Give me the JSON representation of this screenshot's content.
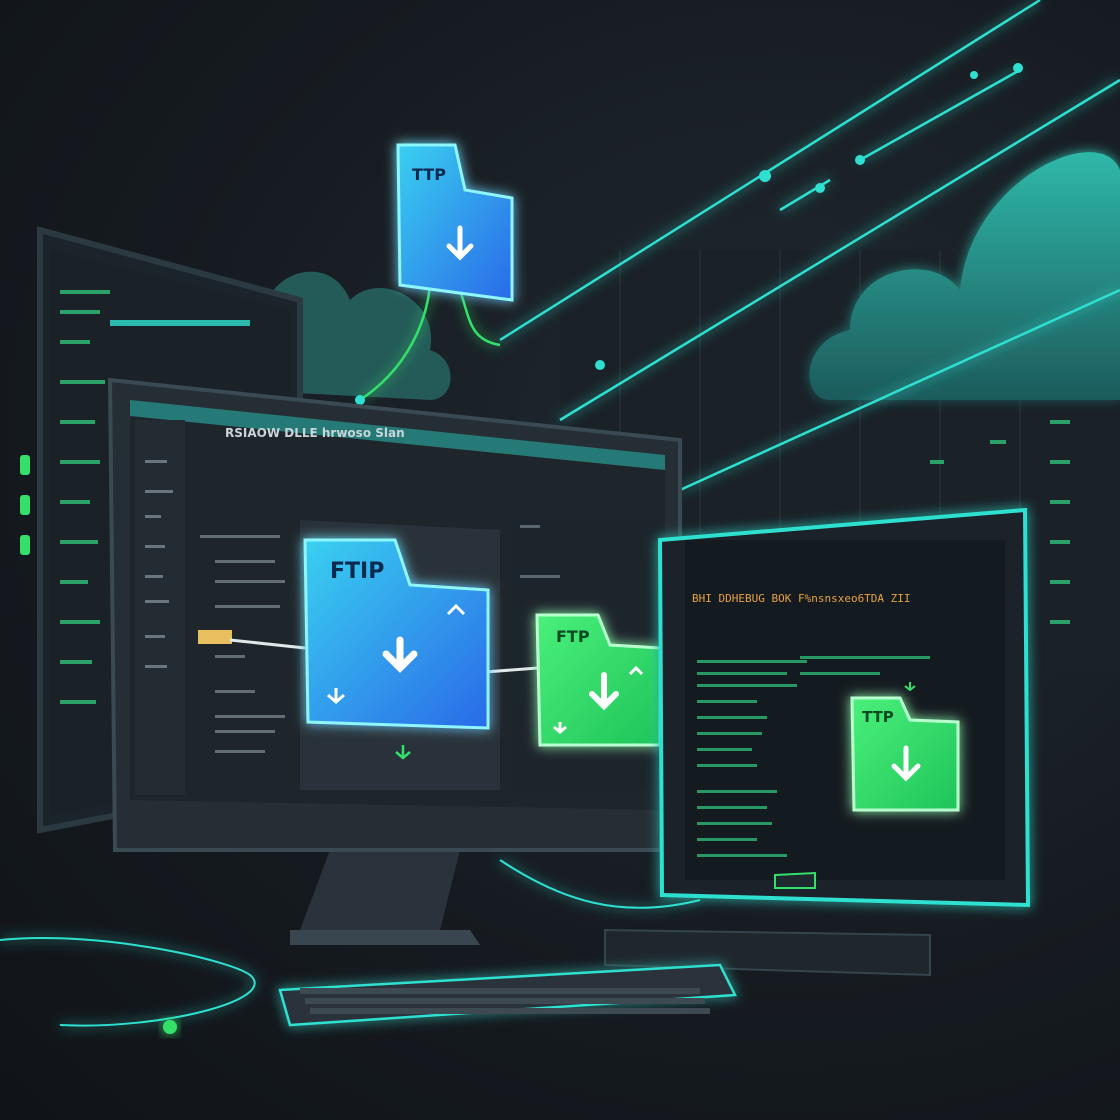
{
  "scene": {
    "folder_top_label": "TTP",
    "folder_main_label": "FTIP",
    "folder_green_label": "FTP",
    "folder_right_label": "TTP",
    "main_window_title": "RSIAOW DLLE hrwoso Slan",
    "right_window_header": "BHI DDHEBUG BOK F%nsnsxeo6TDA ZII"
  },
  "colors": {
    "accent_cyan": "#2fe0d0",
    "accent_green": "#35e06a",
    "folder_blue": "#2f8ff0",
    "background": "#161b21"
  },
  "icons": [
    "folder-icon",
    "download-arrow-icon",
    "cloud-icon",
    "keyboard-icon",
    "monitor-icon"
  ]
}
